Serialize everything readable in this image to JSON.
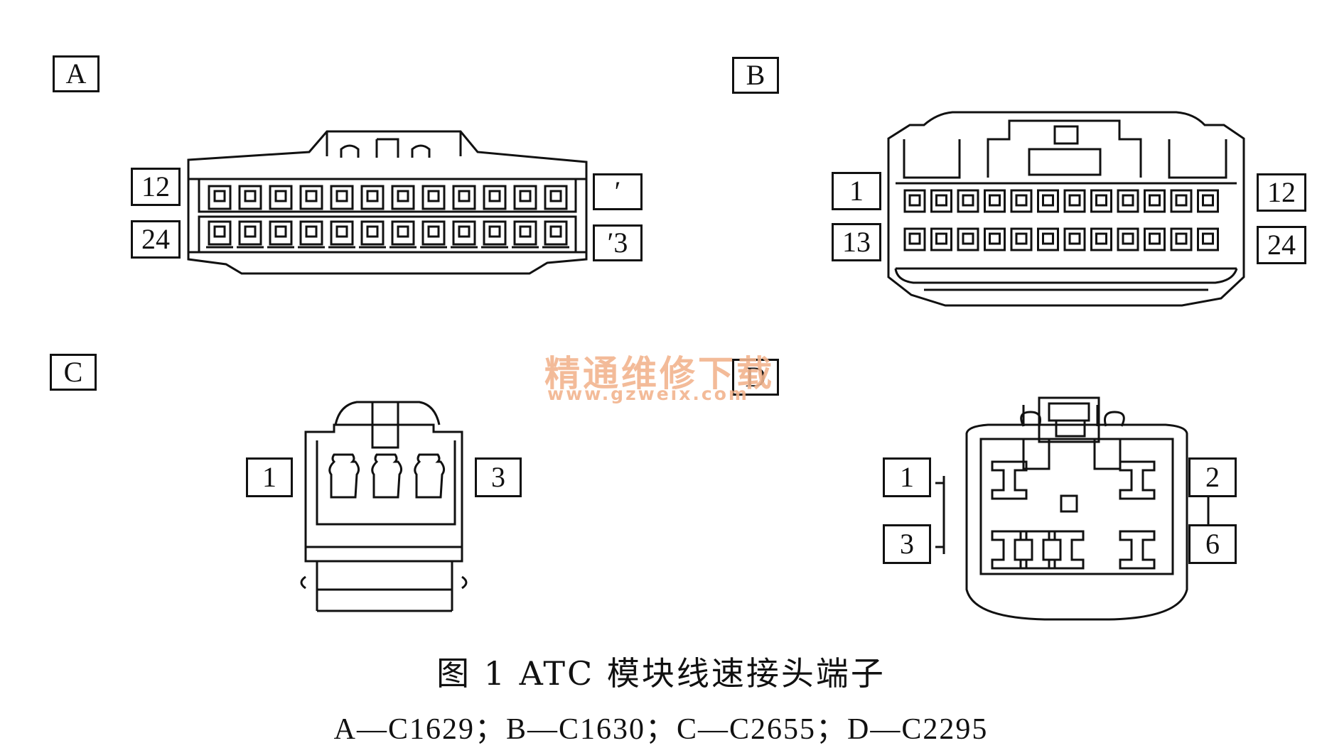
{
  "connectors": {
    "a": {
      "letter": "A",
      "pins_left_top": "12",
      "pins_left_bottom": "24",
      "pins_right_top": "′",
      "pins_right_bottom": "′3"
    },
    "b": {
      "letter": "B",
      "pins_left_top": "1",
      "pins_left_bottom": "13",
      "pins_right_top": "12",
      "pins_right_bottom": "24"
    },
    "c": {
      "letter": "C",
      "pin_left": "1",
      "pin_right": "3"
    },
    "d": {
      "letter": "D",
      "pins_left_top": "1",
      "pins_left_bottom": "3",
      "pins_right_top": "2",
      "pins_right_bottom": "6"
    }
  },
  "watermark": {
    "title": "精通维修下载",
    "url": "www.gzweix.com"
  },
  "caption": {
    "title": "图 1   ATC 模块线速接头端子",
    "legend": "A—C1629；B—C1630；C—C2655；D—C2295"
  }
}
